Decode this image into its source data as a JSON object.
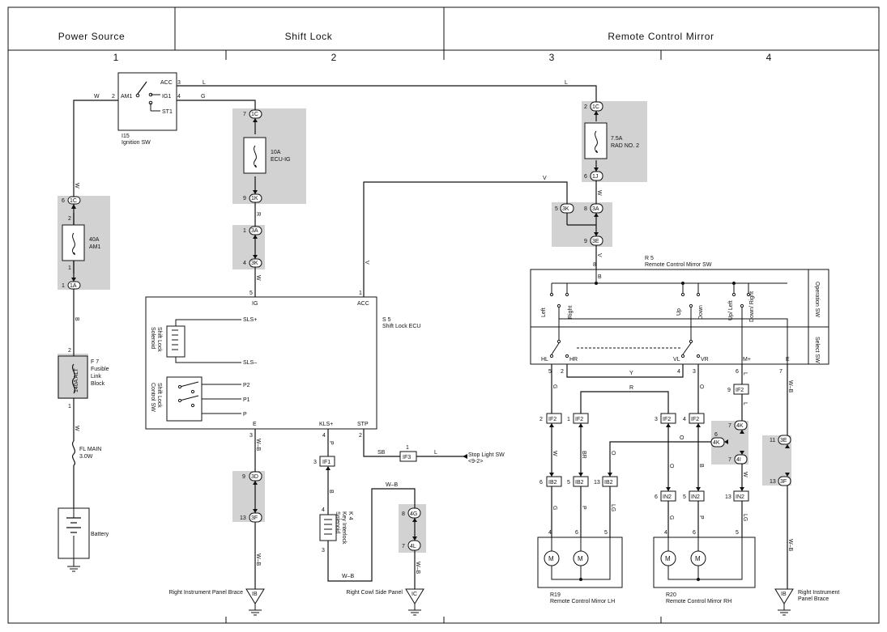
{
  "headers": {
    "power_source": "Power Source",
    "shift_lock": "Shift Lock",
    "remote_mirror": "Remote Control Mirror"
  },
  "columns": [
    "1",
    "2",
    "3",
    "4"
  ],
  "ignition_sw": {
    "id": "I15",
    "name": "Ignition SW",
    "pins": [
      "ACC",
      "IG1",
      "ST1",
      "AM1"
    ]
  },
  "fuses": {
    "am1": {
      "rating": "40A",
      "name": "AM1"
    },
    "ecu_ig": {
      "rating": "10A",
      "name": "ECU-IG"
    },
    "rad2": {
      "rating": "7.5A",
      "name": "RAD NO. 2"
    }
  },
  "fusible_link_block": {
    "id": "F 7",
    "name_line1": "Fusible",
    "name_line2": "Link",
    "name_line3": "Block",
    "rating": "140A ALT"
  },
  "fl_main": {
    "name": "FL MAIN",
    "rating": "3.0W"
  },
  "battery": "Battery",
  "shift_lock_ecu": {
    "id": "S 5",
    "name": "Shift Lock ECU",
    "pins_left": [
      "IG",
      "SLS+",
      "SLS–",
      "P2",
      "P1",
      "P",
      "E"
    ],
    "pins_right": [
      "ACC",
      "KLS+",
      "STP"
    ],
    "solenoid": [
      "Shift Lock",
      "Solenoid"
    ],
    "control_sw": [
      "Shift Lock",
      "Control SW"
    ]
  },
  "key_interlock": {
    "id": "K 4",
    "name_line1": "Key Interlock",
    "name_line2": "Solenoid"
  },
  "stop_light": {
    "name": "Stop Light SW",
    "ref": "<9-2>"
  },
  "mirror_sw": {
    "id": "R 5",
    "name": "Remote Control Mirror SW",
    "operation_label": "Operation SW",
    "select_label": "Select SW",
    "switch_labels": [
      "Left",
      "Right",
      "Up",
      "Down",
      "Up/ Left",
      "Down/ Right"
    ],
    "terminals": [
      "HL",
      "HR",
      "VL",
      "VR",
      "M+",
      "E"
    ]
  },
  "mirror_lh": {
    "id": "R19",
    "name": "Remote Control Mirror LH"
  },
  "mirror_rh": {
    "id": "R20",
    "name": "Remote Control Mirror RH"
  },
  "grounds": {
    "ib_left": "Right Instrument Panel Brace",
    "ic": "Right Cowl Side Panel",
    "ib_right_line1": "Right Instrument",
    "ib_right_line2": "Panel Brace"
  },
  "connectors": [
    "1C",
    "1K",
    "3A",
    "3K",
    "1A",
    "1J",
    "3E",
    "3D",
    "3F",
    "4G",
    "4L",
    "4K",
    "4I",
    "IF1",
    "IF2",
    "IF3",
    "IB2",
    "IN2",
    "IB",
    "IC"
  ],
  "wire_colors": [
    "W",
    "L",
    "G",
    "R",
    "V",
    "B",
    "W-B",
    "P",
    "SB",
    "Y",
    "O",
    "BR",
    "LG"
  ]
}
